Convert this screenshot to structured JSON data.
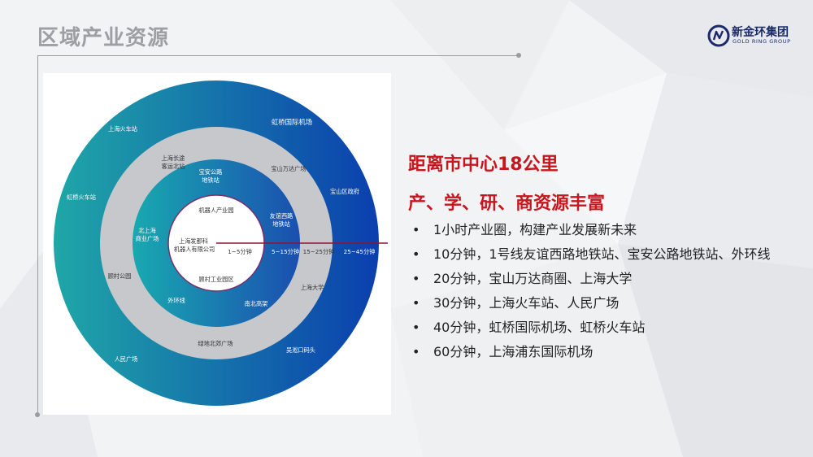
{
  "page": {
    "title": "区域产业资源"
  },
  "logo": {
    "name": "新金环集团",
    "subtitle": "GOLD RING GROUP"
  },
  "diagram": {
    "center": {
      "top": "机器人产业园",
      "left": "上海发那科\n机器人有限公司",
      "bottom": "顾村工业园区",
      "time": "1~5分钟"
    },
    "ring1": {
      "labels": [
        "宝安公路\n地铁站",
        "友谊西路\n地铁站",
        "北上海\n商业广场",
        "外环线",
        "南北高架"
      ],
      "time": "5~15分钟"
    },
    "ring2": {
      "labels": [
        "上海长途\n客运北站",
        "宝山万达广场",
        "顾村公园",
        "上海大学",
        "绿地北郊广场"
      ],
      "time": "15~25分钟"
    },
    "ring3": {
      "labels": [
        "上海火车站",
        "虹桥国际机场",
        "宝山区政府",
        "虹桥火车站",
        "人民广场",
        "吴淞口码头"
      ],
      "time": "25~45分钟"
    },
    "colors": {
      "outer_light": "#1fa7a7",
      "outer_dark": "#0b3fae",
      "gray": "#c6c8cb",
      "mid_light": "#19a9b0",
      "mid_dark": "#1a4fb0",
      "radius_line": "#8a1436"
    }
  },
  "right": {
    "title1": "距离市中心18公里",
    "title2": "产、学、研、商资源丰富",
    "bullet_mark": "•",
    "bullets": [
      "1小时产业圈，构建产业发展新未来",
      "10分钟，1号线友谊西路地铁站、宝安公路地铁站、外环线",
      "20分钟，宝山万达商圈、上海大学",
      "30分钟，上海火车站、人民广场",
      "40分钟，虹桥国际机场、虹桥火车站",
      "60分钟，上海浦东国际机场"
    ],
    "title_color": "#c8161e"
  }
}
